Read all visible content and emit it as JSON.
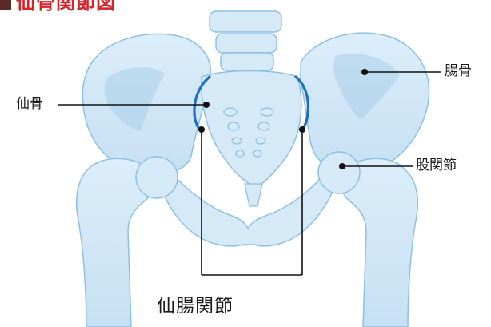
{
  "title": "仙骨関節図",
  "colors": {
    "title": "#d3262a",
    "title_marker": "#5a2a25",
    "bone_fill": "#d6e9f6",
    "bone_shade": "#a9cde8",
    "bone_outline": "#3a86c4",
    "joint_highlight": "#1f6fc0",
    "leader_line": "#111111"
  },
  "labels": {
    "sacrum": "仙骨",
    "ilium": "腸骨",
    "hip_joint": "股関節",
    "sacroiliac_joint": "仙腸関節"
  }
}
